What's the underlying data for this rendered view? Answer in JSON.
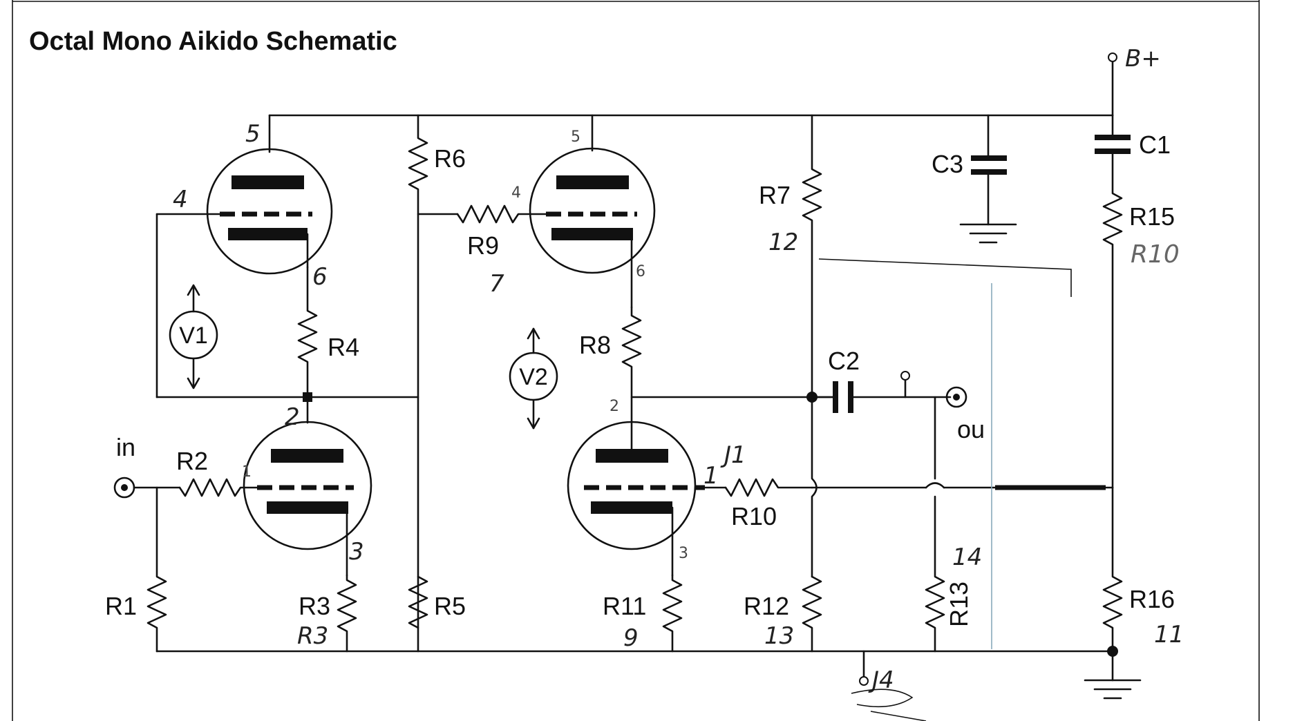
{
  "title": "Octal Mono Aikido Schematic",
  "supply_label": "B+",
  "input_label": "in",
  "output_label": "ou",
  "resistors": {
    "r1": "R1",
    "r2": "R2",
    "r3": "R3",
    "r4": "R4",
    "r5": "R5",
    "r6": "R6",
    "r7": "R7",
    "r8": "R8",
    "r9": "R9",
    "r10": "R10",
    "r11": "R11",
    "r12": "R12",
    "r13": "R13",
    "r15": "R15",
    "r16": "R16"
  },
  "capacitors": {
    "c1": "C1",
    "c2": "C2",
    "c3": "C3"
  },
  "meters": {
    "v1": "V1",
    "v2": "V2"
  },
  "handwritten": {
    "r3_note": "R3",
    "r7_note": "12",
    "r9_note": "7",
    "r10_note": "J1",
    "r11_note": "9",
    "r12_note": "13",
    "r13_note": "14",
    "r15_note": "R10",
    "r16_note": "11",
    "ground_jack": "J4"
  },
  "pins": {
    "v1_top_plate": "5",
    "v1_top_grid": "4",
    "v1_top_cathode": "6",
    "v1_bot_plate": "2",
    "v1_bot_grid": "1",
    "v1_bot_cathode": "3",
    "v2_top_plate": "5",
    "v2_top_grid": "4",
    "v2_top_cathode": "6",
    "v2_bot_plate": "2",
    "v2_bot_grid": "1",
    "v2_bot_cathode": "3"
  }
}
